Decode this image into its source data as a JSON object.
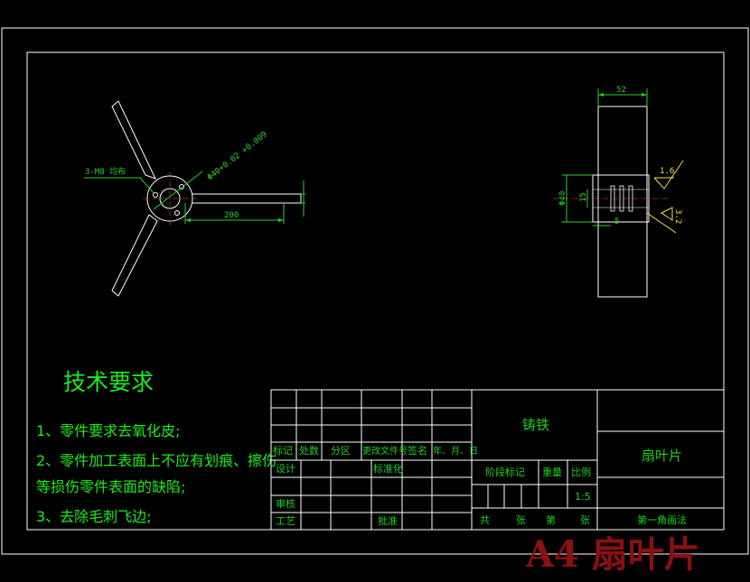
{
  "drawing": {
    "left_view": {
      "hole_note": "3-M8  均布",
      "tolerance": "Φ40+0.02 +0.009",
      "length_dim": "200"
    },
    "right_view": {
      "width_dim": "52",
      "dia_dim": "Φ40",
      "small_dim_15": "15",
      "small_dim_5": "5",
      "roughness_1": "1.6",
      "roughness_2": "3.2"
    }
  },
  "technical_requirements": {
    "title": "技术要求",
    "lines": [
      "1、零件要求去氧化皮;",
      "2、零件加工表面上不应有划痕、擦伤",
      "等损伤零件表面的缺陷;",
      "3、去除毛刺飞边;"
    ]
  },
  "title_block": {
    "material": "铸铁",
    "part_name": "扇叶片",
    "header_labels": [
      "标记",
      "处数",
      "分区",
      "更改文件号",
      "签名",
      "年、月、日"
    ],
    "design_label": "设计",
    "standardize_label": "标准化",
    "review_label": "审核",
    "process_label": "工艺",
    "approve_label": "批准",
    "stage_mark_label": "阶段标记",
    "weight_label": "重量",
    "scale_label": "比例",
    "scale_value": "1:5",
    "sheets_total": "共",
    "sheets_unit": "张",
    "sheet_no": "第",
    "sheet_unit2": "张",
    "projection": "第一角画法"
  },
  "stamp": "A4 扇叶片",
  "colors": {
    "frame": "#ffffff",
    "green": "#19d219",
    "dim": "#2cd02c",
    "stamp": "#8b1010"
  }
}
